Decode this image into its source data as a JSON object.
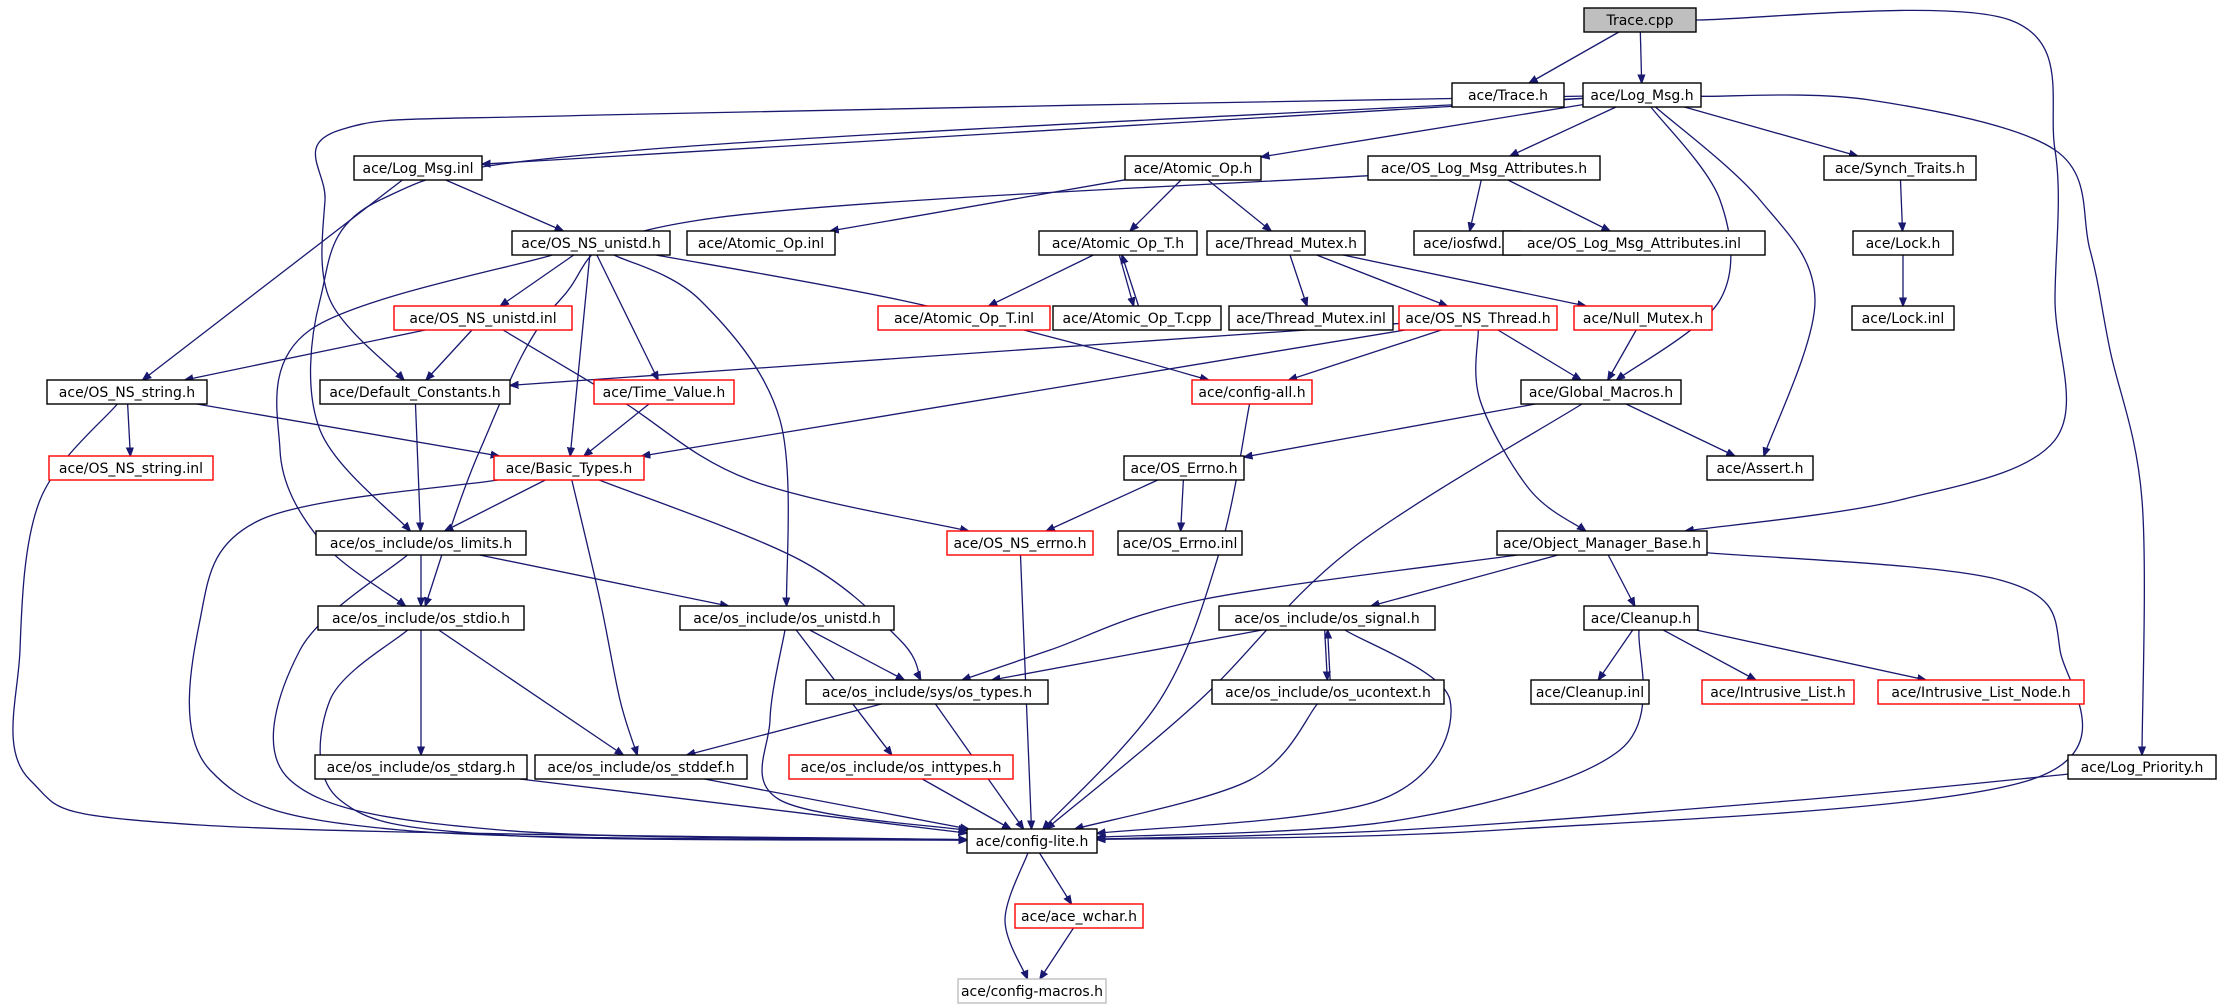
{
  "colors": {
    "edge": "#191970",
    "border_default": "#000000",
    "border_truncated": "#ff0000",
    "border_leaf": "#bfbfbf",
    "root_fill": "#bfbfbf",
    "node_fill": "#ffffff"
  },
  "nodes": [
    {
      "id": "trace_cpp",
      "label": "Trace.cpp",
      "kind": "root"
    },
    {
      "id": "trace_h",
      "label": "ace/Trace.h",
      "kind": "default"
    },
    {
      "id": "log_msg_h",
      "label": "ace/Log_Msg.h",
      "kind": "default"
    },
    {
      "id": "log_msg_inl",
      "label": "ace/Log_Msg.inl",
      "kind": "default"
    },
    {
      "id": "atomic_op_h",
      "label": "ace/Atomic_Op.h",
      "kind": "default"
    },
    {
      "id": "os_log_msg_attr_h",
      "label": "ace/OS_Log_Msg_Attributes.h",
      "kind": "default"
    },
    {
      "id": "synch_traits_h",
      "label": "ace/Synch_Traits.h",
      "kind": "default"
    },
    {
      "id": "os_ns_unistd_h",
      "label": "ace/OS_NS_unistd.h",
      "kind": "default"
    },
    {
      "id": "atomic_op_inl",
      "label": "ace/Atomic_Op.inl",
      "kind": "default"
    },
    {
      "id": "atomic_op_t_h",
      "label": "ace/Atomic_Op_T.h",
      "kind": "default"
    },
    {
      "id": "thread_mutex_h",
      "label": "ace/Thread_Mutex.h",
      "kind": "default"
    },
    {
      "id": "iosfwd_h",
      "label": "ace/iosfwd.h",
      "kind": "default"
    },
    {
      "id": "os_log_msg_attr_inl",
      "label": "ace/OS_Log_Msg_Attributes.inl",
      "kind": "default"
    },
    {
      "id": "lock_h",
      "label": "ace/Lock.h",
      "kind": "default"
    },
    {
      "id": "os_ns_unistd_inl",
      "label": "ace/OS_NS_unistd.inl",
      "kind": "truncated"
    },
    {
      "id": "atomic_op_t_inl",
      "label": "ace/Atomic_Op_T.inl",
      "kind": "truncated"
    },
    {
      "id": "atomic_op_t_cpp",
      "label": "ace/Atomic_Op_T.cpp",
      "kind": "default"
    },
    {
      "id": "thread_mutex_inl",
      "label": "ace/Thread_Mutex.inl",
      "kind": "default"
    },
    {
      "id": "os_ns_thread_h",
      "label": "ace/OS_NS_Thread.h",
      "kind": "truncated"
    },
    {
      "id": "null_mutex_h",
      "label": "ace/Null_Mutex.h",
      "kind": "truncated"
    },
    {
      "id": "lock_inl",
      "label": "ace/Lock.inl",
      "kind": "default"
    },
    {
      "id": "os_ns_string_h",
      "label": "ace/OS_NS_string.h",
      "kind": "default"
    },
    {
      "id": "default_constants_h",
      "label": "ace/Default_Constants.h",
      "kind": "default"
    },
    {
      "id": "time_value_h",
      "label": "ace/Time_Value.h",
      "kind": "truncated"
    },
    {
      "id": "config_all_h",
      "label": "ace/config-all.h",
      "kind": "truncated"
    },
    {
      "id": "global_macros_h",
      "label": "ace/Global_Macros.h",
      "kind": "default"
    },
    {
      "id": "os_ns_string_inl",
      "label": "ace/OS_NS_string.inl",
      "kind": "truncated"
    },
    {
      "id": "basic_types_h",
      "label": "ace/Basic_Types.h",
      "kind": "truncated"
    },
    {
      "id": "os_errno_h",
      "label": "ace/OS_Errno.h",
      "kind": "default"
    },
    {
      "id": "assert_h",
      "label": "ace/Assert.h",
      "kind": "default"
    },
    {
      "id": "os_limits_h",
      "label": "ace/os_include/os_limits.h",
      "kind": "default"
    },
    {
      "id": "os_ns_errno_h",
      "label": "ace/OS_NS_errno.h",
      "kind": "truncated"
    },
    {
      "id": "os_errno_inl",
      "label": "ace/OS_Errno.inl",
      "kind": "default"
    },
    {
      "id": "object_manager_base_h",
      "label": "ace/Object_Manager_Base.h",
      "kind": "default"
    },
    {
      "id": "os_stdio_h",
      "label": "ace/os_include/os_stdio.h",
      "kind": "default"
    },
    {
      "id": "os_unistd_h",
      "label": "ace/os_include/os_unistd.h",
      "kind": "default"
    },
    {
      "id": "os_signal_h",
      "label": "ace/os_include/os_signal.h",
      "kind": "default"
    },
    {
      "id": "cleanup_h",
      "label": "ace/Cleanup.h",
      "kind": "default"
    },
    {
      "id": "sys_os_types_h",
      "label": "ace/os_include/sys/os_types.h",
      "kind": "default"
    },
    {
      "id": "os_ucontext_h",
      "label": "ace/os_include/os_ucontext.h",
      "kind": "default"
    },
    {
      "id": "cleanup_inl",
      "label": "ace/Cleanup.inl",
      "kind": "default"
    },
    {
      "id": "intrusive_list_h",
      "label": "ace/Intrusive_List.h",
      "kind": "truncated"
    },
    {
      "id": "intrusive_list_node_h",
      "label": "ace/Intrusive_List_Node.h",
      "kind": "truncated"
    },
    {
      "id": "os_stdarg_h",
      "label": "ace/os_include/os_stdarg.h",
      "kind": "default"
    },
    {
      "id": "os_stddef_h",
      "label": "ace/os_include/os_stddef.h",
      "kind": "default"
    },
    {
      "id": "os_inttypes_h",
      "label": "ace/os_include/os_inttypes.h",
      "kind": "truncated"
    },
    {
      "id": "log_priority_h",
      "label": "ace/Log_Priority.h",
      "kind": "default"
    },
    {
      "id": "config_lite_h",
      "label": "ace/config-lite.h",
      "kind": "default"
    },
    {
      "id": "ace_wchar_h",
      "label": "ace/ace_wchar.h",
      "kind": "truncated"
    },
    {
      "id": "config_macros_h",
      "label": "ace/config-macros.h",
      "kind": "leaf"
    }
  ],
  "edges": [
    [
      "trace_cpp",
      "trace_h"
    ],
    [
      "trace_cpp",
      "log_msg_h"
    ],
    [
      "trace_cpp",
      "object_manager_base_h"
    ],
    [
      "log_msg_h",
      "log_msg_inl"
    ],
    [
      "log_msg_h",
      "atomic_op_h"
    ],
    [
      "log_msg_h",
      "os_log_msg_attr_h"
    ],
    [
      "log_msg_h",
      "synch_traits_h"
    ],
    [
      "log_msg_h",
      "default_constants_h"
    ],
    [
      "log_msg_h",
      "global_macros_h"
    ],
    [
      "log_msg_h",
      "assert_h"
    ],
    [
      "log_msg_h",
      "log_priority_h"
    ],
    [
      "log_msg_h",
      "os_limits_h"
    ],
    [
      "log_msg_inl",
      "os_ns_unistd_h"
    ],
    [
      "log_msg_inl",
      "os_ns_string_h"
    ],
    [
      "atomic_op_h",
      "atomic_op_inl"
    ],
    [
      "atomic_op_h",
      "atomic_op_t_h"
    ],
    [
      "atomic_op_h",
      "thread_mutex_h"
    ],
    [
      "os_log_msg_attr_h",
      "iosfwd_h"
    ],
    [
      "os_log_msg_attr_h",
      "os_log_msg_attr_inl"
    ],
    [
      "os_log_msg_attr_h",
      "os_stdio_h"
    ],
    [
      "synch_traits_h",
      "lock_h"
    ],
    [
      "lock_h",
      "lock_inl"
    ],
    [
      "os_ns_unistd_h",
      "os_ns_unistd_inl"
    ],
    [
      "os_ns_unistd_h",
      "time_value_h"
    ],
    [
      "os_ns_unistd_h",
      "basic_types_h"
    ],
    [
      "os_ns_unistd_h",
      "config_all_h"
    ],
    [
      "os_ns_unistd_h",
      "os_unistd_h"
    ],
    [
      "os_ns_unistd_h",
      "os_stdio_h"
    ],
    [
      "os_ns_unistd_inl",
      "os_ns_string_h"
    ],
    [
      "os_ns_unistd_inl",
      "default_constants_h"
    ],
    [
      "os_ns_unistd_inl",
      "os_ns_errno_h"
    ],
    [
      "atomic_op_t_h",
      "atomic_op_t_inl"
    ],
    [
      "atomic_op_t_h",
      "atomic_op_t_cpp"
    ],
    [
      "atomic_op_t_cpp",
      "atomic_op_t_h"
    ],
    [
      "thread_mutex_h",
      "thread_mutex_inl"
    ],
    [
      "thread_mutex_h",
      "os_ns_thread_h"
    ],
    [
      "thread_mutex_h",
      "null_mutex_h"
    ],
    [
      "os_ns_thread_h",
      "global_macros_h"
    ],
    [
      "os_ns_thread_h",
      "config_all_h"
    ],
    [
      "os_ns_thread_h",
      "basic_types_h"
    ],
    [
      "os_ns_thread_h",
      "default_constants_h"
    ],
    [
      "os_ns_thread_h",
      "object_manager_base_h"
    ],
    [
      "null_mutex_h",
      "global_macros_h"
    ],
    [
      "os_ns_string_h",
      "os_ns_string_inl"
    ],
    [
      "os_ns_string_h",
      "basic_types_h"
    ],
    [
      "os_ns_string_h",
      "config_lite_h"
    ],
    [
      "default_constants_h",
      "os_limits_h"
    ],
    [
      "time_value_h",
      "basic_types_h"
    ],
    [
      "config_all_h",
      "config_lite_h"
    ],
    [
      "global_macros_h",
      "os_errno_h"
    ],
    [
      "global_macros_h",
      "assert_h"
    ],
    [
      "global_macros_h",
      "config_lite_h"
    ],
    [
      "basic_types_h",
      "os_limits_h"
    ],
    [
      "basic_types_h",
      "os_stddef_h"
    ],
    [
      "basic_types_h",
      "sys_os_types_h"
    ],
    [
      "basic_types_h",
      "config_lite_h"
    ],
    [
      "os_errno_h",
      "os_ns_errno_h"
    ],
    [
      "os_errno_h",
      "os_errno_inl"
    ],
    [
      "os_ns_errno_h",
      "config_lite_h"
    ],
    [
      "os_limits_h",
      "os_stdio_h"
    ],
    [
      "os_limits_h",
      "os_unistd_h"
    ],
    [
      "os_limits_h",
      "config_lite_h"
    ],
    [
      "object_manager_base_h",
      "cleanup_h"
    ],
    [
      "object_manager_base_h",
      "os_signal_h"
    ],
    [
      "object_manager_base_h",
      "sys_os_types_h"
    ],
    [
      "object_manager_base_h",
      "config_lite_h"
    ],
    [
      "os_stdio_h",
      "os_stdarg_h"
    ],
    [
      "os_stdio_h",
      "os_stddef_h"
    ],
    [
      "os_stdio_h",
      "config_lite_h"
    ],
    [
      "os_unistd_h",
      "sys_os_types_h"
    ],
    [
      "os_unistd_h",
      "os_inttypes_h"
    ],
    [
      "os_unistd_h",
      "config_lite_h"
    ],
    [
      "os_signal_h",
      "sys_os_types_h"
    ],
    [
      "os_signal_h",
      "os_ucontext_h"
    ],
    [
      "os_signal_h",
      "config_lite_h"
    ],
    [
      "os_ucontext_h",
      "os_signal_h"
    ],
    [
      "os_ucontext_h",
      "config_lite_h"
    ],
    [
      "cleanup_h",
      "cleanup_inl"
    ],
    [
      "cleanup_h",
      "intrusive_list_h"
    ],
    [
      "cleanup_h",
      "intrusive_list_node_h"
    ],
    [
      "cleanup_h",
      "config_lite_h"
    ],
    [
      "sys_os_types_h",
      "os_stddef_h"
    ],
    [
      "sys_os_types_h",
      "config_lite_h"
    ],
    [
      "os_stdarg_h",
      "config_lite_h"
    ],
    [
      "os_stddef_h",
      "config_lite_h"
    ],
    [
      "os_inttypes_h",
      "config_lite_h"
    ],
    [
      "log_priority_h",
      "config_lite_h"
    ],
    [
      "config_lite_h",
      "ace_wchar_h"
    ],
    [
      "config_lite_h",
      "config_macros_h"
    ],
    [
      "ace_wchar_h",
      "config_macros_h"
    ]
  ]
}
